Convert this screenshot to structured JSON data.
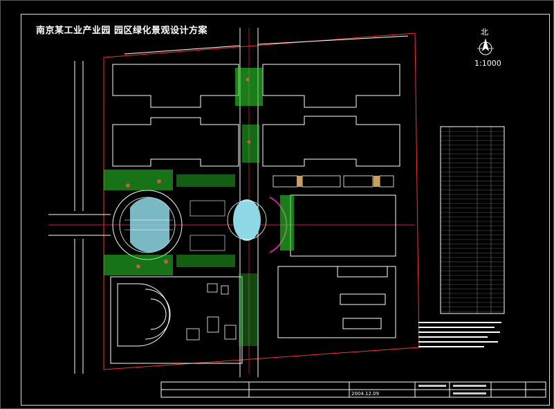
{
  "drawing": {
    "title": "南京某工业产业园  园区绿化景观设计方案",
    "north_label": "北",
    "scale": "1:1000",
    "date": "2004.12.09"
  },
  "colors": {
    "background": "#000000",
    "line": "#ffffff",
    "boundary": "#ff3030",
    "axis": "#c8203a",
    "green": "#2bd12b",
    "water": "#8fd8e6",
    "accent": "#e0b060",
    "magenta": "#d02890"
  }
}
